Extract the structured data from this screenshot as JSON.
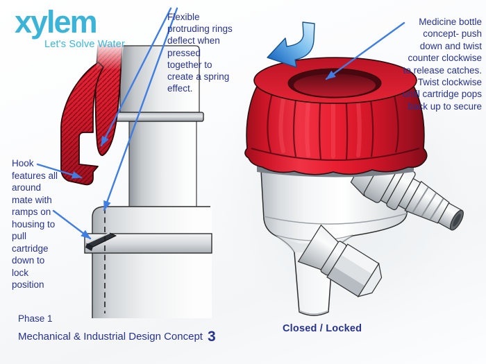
{
  "brand": {
    "logo": "xylem",
    "tagline": "Let's Solve Water"
  },
  "annotations": {
    "flexible_rings": "Flexible\nprotruding rings\ndeflect when\npressed\ntogether to\ncreate a spring\neffect.",
    "hook_features": "Hook\nfeatures all\naround\nmate with\nramps on\nhousing to\npull\ncartridge\ndown to\nlock\nposition",
    "medicine_bottle": "Medicine bottle\nconcept- push\ndown and twist\ncounter clockwise\nto release catches.\nTwist clockwise\nuntil cartridge pops\nback up to secure"
  },
  "captions": {
    "state_label": "Closed / Locked"
  },
  "footer": {
    "phase": "Phase 1",
    "title": "Mechanical & Industrial Design Concept",
    "concept_number": "3"
  },
  "colors": {
    "logo_cyan": "#3cb4d8",
    "text_navy": "#26328e",
    "arrow_blue": "#3f7de2",
    "cap_red": "#d91828",
    "metal_gray": "#c7ccd0"
  }
}
